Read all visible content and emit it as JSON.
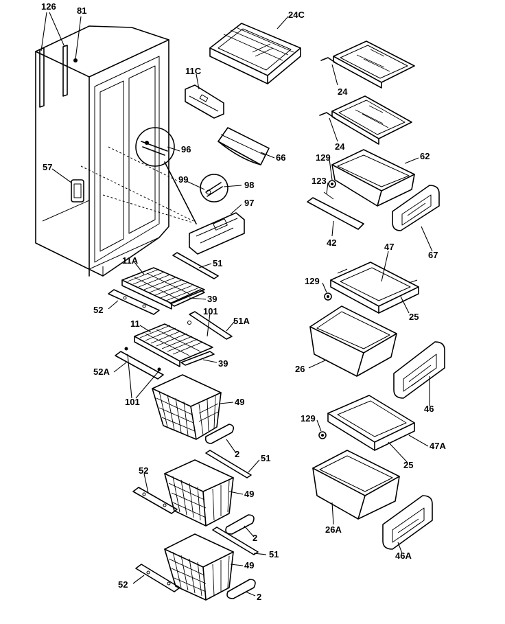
{
  "labels": {
    "l126": "126",
    "l81": "81",
    "l24C": "24C",
    "l11C": "11C",
    "l24a": "24",
    "l24b": "24",
    "l96": "96",
    "l66": "66",
    "l129a": "129",
    "l62": "62",
    "l57": "57",
    "l99": "99",
    "l98": "98",
    "l123": "123",
    "l97": "97",
    "l42": "42",
    "l67": "67",
    "l11A": "11A",
    "l51a": "51",
    "l47": "47",
    "l129b": "129",
    "l39a": "39",
    "l52a": "52",
    "l101a": "101",
    "l51A": "51A",
    "l25a": "25",
    "l11": "11",
    "l26": "26",
    "l39b": "39",
    "l52A": "52A",
    "l101b": "101",
    "l49a": "49",
    "l46": "46",
    "l129c": "129",
    "l47A": "47A",
    "l2a": "2",
    "l25b": "25",
    "l51b": "51",
    "l52b": "52",
    "l49b": "49",
    "l26A": "26A",
    "l2b": "2",
    "l51c": "51",
    "l49c": "49",
    "l46A": "46A",
    "l52c": "52",
    "l2c": "2"
  }
}
